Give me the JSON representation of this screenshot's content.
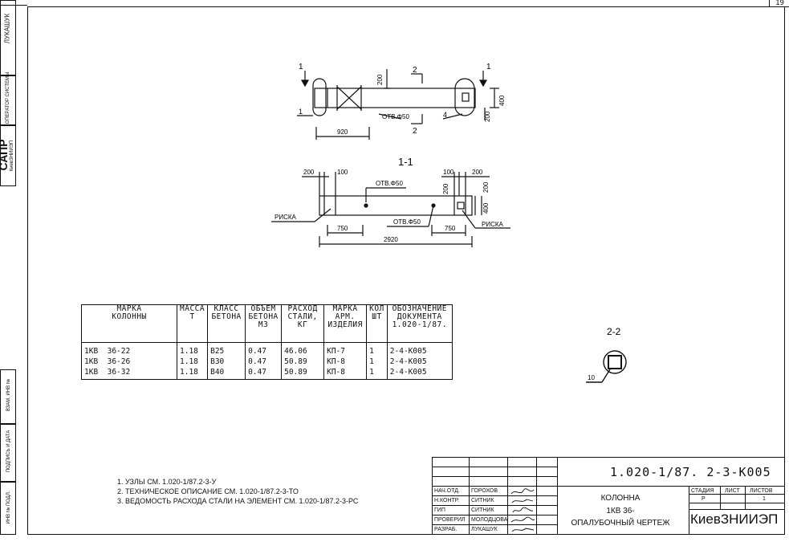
{
  "sheet_number": "19",
  "margin": {
    "stamp_author": "ЛУКАШУК",
    "stamp_operator": "ОПЕРАТОР СИСТЕМЫ",
    "stamp_sapr": "САПР",
    "stamp_org": "КиевЗНИИЭП",
    "field_inv_zam": "ВЗАМ. ИНВ №",
    "field_podpis": "ПОДПИСЬ И ДАТА",
    "field_inv_podl": "ИНВ № ПОДЛ."
  },
  "plan_view": {
    "dim_200_top": "200",
    "dim_920": "920",
    "dim_400": "400",
    "dim_200_right": "200",
    "label_hole": "ОТВ.Φ50",
    "section_1": "1",
    "section_2": "2",
    "callout_1": "1",
    "callout_4": "4"
  },
  "section_1_1": {
    "title": "1-1",
    "dim_200_left": "200",
    "dim_100_left": "100",
    "dim_100_right": "100",
    "dim_200_right": "200",
    "dim_200_vert": "200",
    "dim_200_vert_right": "200",
    "dim_400_right": "400",
    "label_hole_top": "ОТВ.Φ50",
    "label_hole_bottom": "ОТВ.Φ50",
    "label_riska_left": "РИСКА",
    "label_riska_right": "РИСКА",
    "dim_750_left": "750",
    "dim_750_right": "750",
    "dim_2920": "2920"
  },
  "section_2_2": {
    "title": "2-2",
    "callout_10": "10"
  },
  "spec_table": {
    "headers": [
      "МАРКА\nКОЛОННЫ",
      "МАССА\nТ",
      "КЛАСС\nБЕТОНА",
      "ОБЪЕМ\nБЕТОНА\nМ3",
      "РАСХОД\nСТАЛИ,\nКГ",
      "МАРКА\nАРМ.\nИЗДЕЛИЯ",
      "КОЛ\nШТ",
      "ОБОЗНАЧЕНИЕ\nДОКУМЕНТА\n1.020-1/87."
    ],
    "rows": [
      [
        "1КВ  36-22",
        "1.18",
        "В25",
        "0.47",
        "46.06",
        "КП-7",
        "1",
        "2-4-К005"
      ],
      [
        "1КВ  36-26",
        "1.18",
        "В30",
        "0.47",
        "50.89",
        "КП-8",
        "1",
        "2-4-К005"
      ],
      [
        "1КВ  36-32",
        "1.18",
        "В40",
        "0.47",
        "50.89",
        "КП-8",
        "1",
        "2-4-К005"
      ]
    ]
  },
  "notes": [
    "1. УЗЛЫ СМ. 1.020-1/87.2-3-У",
    "2. ТЕХНИЧЕСКОЕ ОПИСАНИЕ СМ. 1.020-1/87.2-3-ТО",
    "3. ВЕДОМОСТЬ РАСХОДА СТАЛИ НА ЭЛЕМЕНТ СМ. 1.020-1/87.2-3-РС"
  ],
  "title_block": {
    "doc_code": "1.020-1/87. 2-3-К005",
    "roles": [
      "НАЧ.ОТД.",
      "Н.КОНТР.",
      "ГИП",
      "ПРОВЕРИЛ",
      "РАЗРАБ."
    ],
    "names": [
      "ГОРОХОВ",
      "СИТНИК",
      "СИТНИК",
      "МОЛОДЦОВА",
      "ЛУКАШУК"
    ],
    "title_line1": "КОЛОННА",
    "title_line2": "1КВ 36-",
    "title_line3": "ОПАЛУБОЧНЫЙ ЧЕРТЕЖ",
    "stage_label": "СТАДИЯ",
    "sheet_label": "ЛИСТ",
    "sheets_label": "ЛИСТОВ",
    "stage_value": "Р",
    "sheet_value": "",
    "sheets_value": "1",
    "organization": "КиевЗНИИЭП"
  }
}
